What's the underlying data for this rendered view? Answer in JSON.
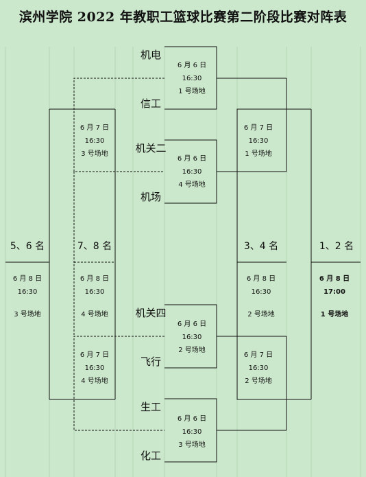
{
  "title": "滨州学院 2022 年教职工篮球比赛第二阶段比赛对阵表",
  "teams": [
    "机电",
    "信工",
    "机关二",
    "机场",
    "机关四",
    "飞行",
    "生工",
    "化工"
  ],
  "ranks": {
    "r56": "5、6 名",
    "r78": "7、8 名",
    "r34": "3、4 名",
    "r12": "1、2 名"
  },
  "matches": {
    "m1": {
      "date": "6 月 6 日",
      "time": "16:30",
      "venue": "1 号场地"
    },
    "m2": {
      "date": "6 月 6 日",
      "time": "16:30",
      "venue": "4 号场地"
    },
    "m3": {
      "date": "6 月 6 日",
      "time": "16:30",
      "venue": "2 号场地"
    },
    "m4": {
      "date": "6 月 6 日",
      "time": "16:30",
      "venue": "3 号场地"
    },
    "sf_left_top": {
      "date": "6 月 7 日",
      "time": "16:30",
      "venue": "3 号场地"
    },
    "sf_left_bottom": {
      "date": "6 月 7 日",
      "time": "16:30",
      "venue": "4 号场地"
    },
    "sf_right_top": {
      "date": "6 月 7 日",
      "time": "16:30",
      "venue": "1 号场地"
    },
    "sf_right_bottom": {
      "date": "6 月 7 日",
      "time": "16:30",
      "venue": "2 号场地"
    },
    "f56": {
      "date": "6 月 8 日",
      "time": "16:30",
      "venue": "3 号场地"
    },
    "f78": {
      "date": "6 月 8 日",
      "time": "16:30",
      "venue": "4 号场地"
    },
    "f34": {
      "date": "6 月 8 日",
      "time": "16:30",
      "venue": "2 号场地"
    },
    "f12": {
      "date": "6 月 8 日",
      "time": "17:00",
      "venue": "1 号场地"
    }
  },
  "colors": {
    "background": "#cce8cc",
    "grid": "#b4d4b4",
    "line": "#111111"
  }
}
